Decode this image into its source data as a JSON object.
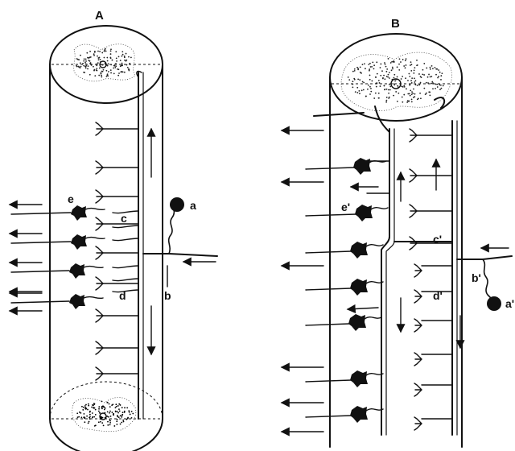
{
  "panels": {
    "left": "A",
    "right": "B"
  },
  "labels_a": {
    "a": "a",
    "b": "b",
    "c": "c",
    "d": "d",
    "e": "e"
  },
  "labels_b": {
    "a": "a'",
    "b": "b'",
    "c": "c'",
    "d": "d'",
    "e": "e'"
  },
  "colors": {
    "ink": "#111111",
    "paper": "#ffffff"
  }
}
